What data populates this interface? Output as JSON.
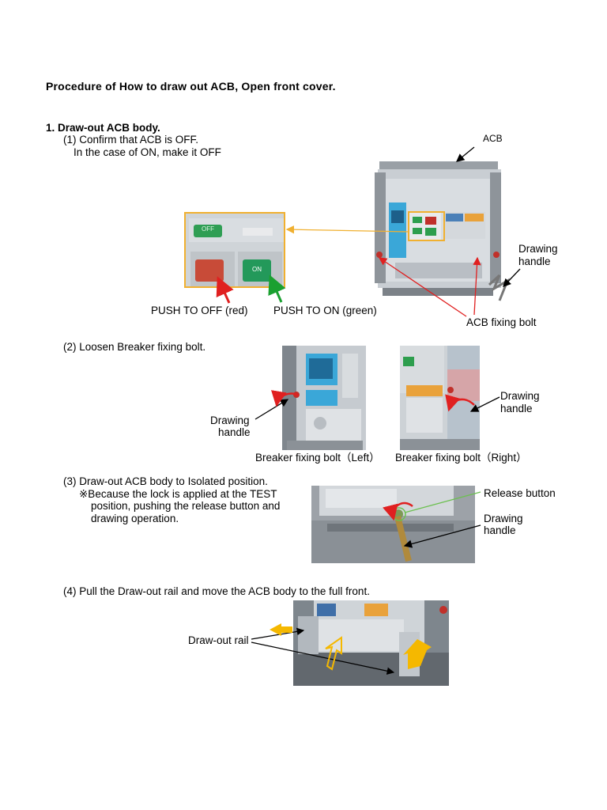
{
  "title": "Procedure of How to draw out ACB, Open front cover.",
  "section1": {
    "heading": "1. Draw-out ACB body.",
    "step1": {
      "line1": "(1) Confirm that ACB is OFF.",
      "line2": "In the case of ON, make it OFF",
      "callout_acb": "ACB",
      "callout_handle_l1": "Drawing",
      "callout_handle_l2": "handle",
      "callout_fixing_bolt": "ACB fixing bolt",
      "push_off": "PUSH TO OFF (red)",
      "push_on": "PUSH TO ON (green)",
      "zoom_off_label": "OFF",
      "zoom_on_label": "ON"
    },
    "step2": {
      "line1": "(2) Loosen Breaker fixing bolt.",
      "left_handle_l1": "Drawing",
      "left_handle_l2": "handle",
      "caption_left": "Breaker fixing bolt（Left）",
      "caption_right": "Breaker fixing bolt（Right）",
      "right_handle_l1": "Drawing",
      "right_handle_l2": "handle"
    },
    "step3": {
      "line1": "(3) Draw-out ACB body to Isolated position.",
      "line2": "※Because the lock is applied at the TEST",
      "line3": "position, pushing the release button and",
      "line4": "drawing operation.",
      "release_button": "Release button",
      "handle_l1": "Drawing",
      "handle_l2": "handle"
    },
    "step4": {
      "line1": "(4) Pull the Draw-out rail and move the ACB body to the full front.",
      "rail_label": "Draw-out rail"
    }
  },
  "colors": {
    "highlight_orange": "#f0b030",
    "arrow_red": "#e02020",
    "arrow_green": "#1aa030",
    "arrow_yellow": "#f5b800",
    "panel_grey": "#c8cdd2",
    "panel_blue": "#3aa7d8"
  }
}
